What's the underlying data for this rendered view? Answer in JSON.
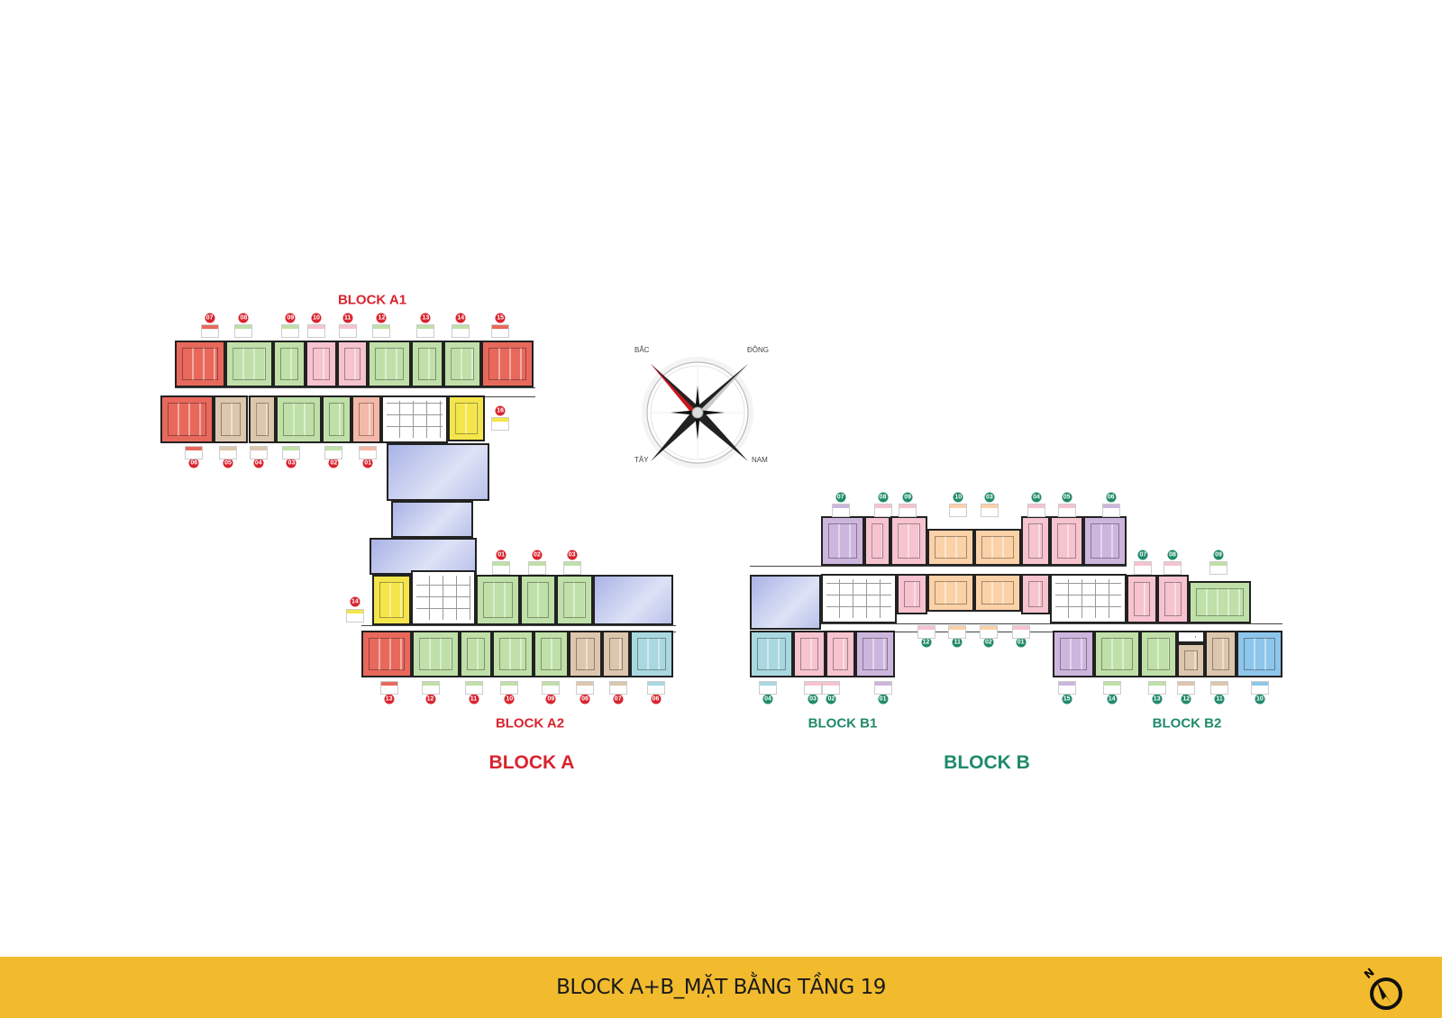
{
  "title": "BLOCK A+B_MẶT BẰNG TẦNG 19",
  "compass": {
    "north": "BẮC",
    "east": "ĐÔNG",
    "west": "TÂY",
    "south": "NAM"
  },
  "block_a": {
    "label": "BLOCK A",
    "a1": {
      "label": "BLOCK A1",
      "top_units": [
        "07",
        "08",
        "09",
        "10",
        "11",
        "12",
        "13",
        "14",
        "15"
      ],
      "bottom_units": [
        "06",
        "05",
        "04",
        "03",
        "02",
        "01"
      ],
      "side_unit": "16"
    },
    "a2": {
      "label": "BLOCK A2",
      "top_units": [
        "14",
        "01",
        "02",
        "03"
      ],
      "bottom_units": [
        "13",
        "12",
        "11",
        "10",
        "09",
        "08",
        "07",
        "06"
      ]
    }
  },
  "block_b": {
    "label": "BLOCK B",
    "center_top_units": [
      "07",
      "08",
      "09",
      "10",
      "03",
      "04",
      "05",
      "06"
    ],
    "center_bottom_units": [
      "12",
      "11",
      "02",
      "01"
    ],
    "b1": {
      "label": "BLOCK B1",
      "bottom_units": [
        "04",
        "03",
        "02",
        "01"
      ]
    },
    "b2": {
      "label": "BLOCK B2",
      "top_units": [
        "07",
        "08",
        "09"
      ],
      "bottom_units": [
        "15",
        "14",
        "13",
        "12",
        "11",
        "10"
      ]
    }
  },
  "colors": {
    "red": "#e8685c",
    "green": "#bfe0a8",
    "pink": "#f6c3cf",
    "tan": "#dcc6ad",
    "salmon": "#f4b8a8",
    "yellow": "#f4e64a",
    "purple": "#cdb6dd",
    "orange": "#fbd1a8",
    "lightblue": "#a9d8e0",
    "blue": "#8ec5ea",
    "block_a_accent": "#d9232e",
    "block_b_accent": "#1f8a6a",
    "footer": "#f2bb2e"
  }
}
